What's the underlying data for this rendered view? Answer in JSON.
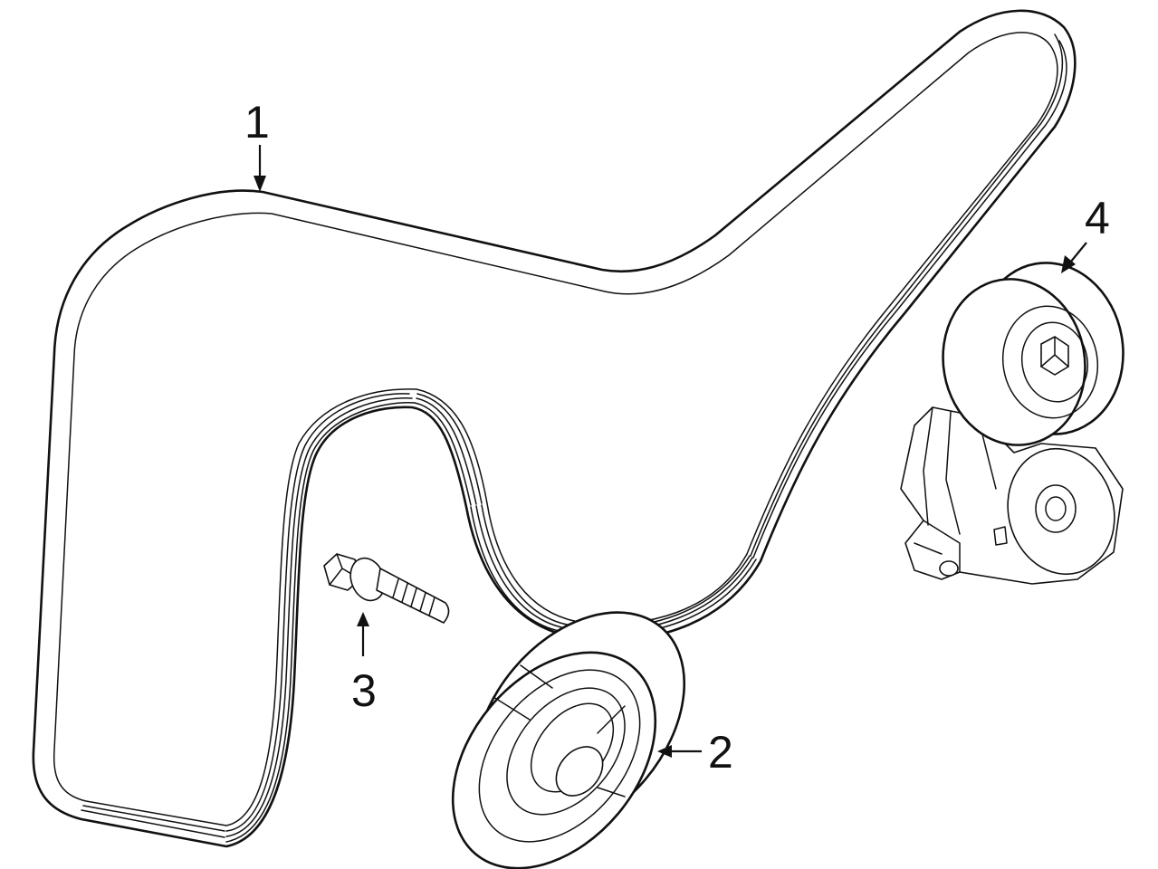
{
  "callouts": {
    "belt": "1",
    "idler_pulley": "2",
    "bolt": "3",
    "tensioner": "4"
  }
}
